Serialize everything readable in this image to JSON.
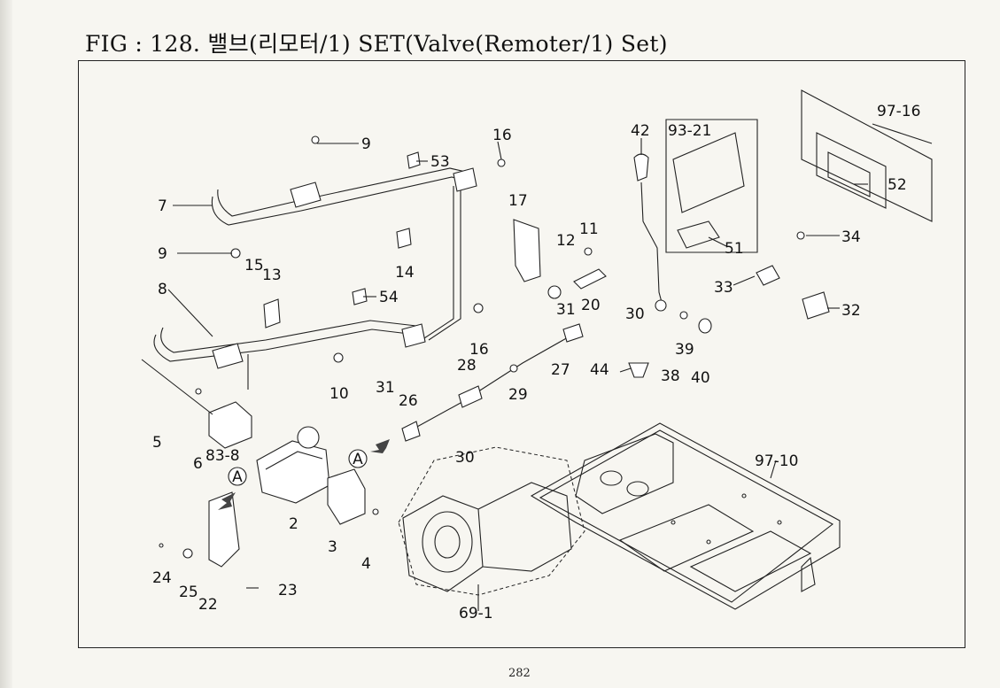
{
  "figure": {
    "title": "FIG : 128. 밸브(리모터/1) SET(Valve(Remoter/1) Set)",
    "page_number": "282"
  },
  "callouts": [
    {
      "id": "c-97-16",
      "text": "97-16"
    },
    {
      "id": "c-42",
      "text": "42"
    },
    {
      "id": "c-93-21",
      "text": "93-21"
    },
    {
      "id": "c-16a",
      "text": "16"
    },
    {
      "id": "c-9a",
      "text": "9"
    },
    {
      "id": "c-53",
      "text": "53"
    },
    {
      "id": "c-52",
      "text": "52"
    },
    {
      "id": "c-7",
      "text": "7"
    },
    {
      "id": "c-17",
      "text": "17"
    },
    {
      "id": "c-11",
      "text": "11"
    },
    {
      "id": "c-12",
      "text": "12"
    },
    {
      "id": "c-34",
      "text": "34"
    },
    {
      "id": "c-51",
      "text": "51"
    },
    {
      "id": "c-9b",
      "text": "9"
    },
    {
      "id": "c-14",
      "text": "14"
    },
    {
      "id": "c-15",
      "text": "15"
    },
    {
      "id": "c-13",
      "text": "13"
    },
    {
      "id": "c-8",
      "text": "8"
    },
    {
      "id": "c-54",
      "text": "54"
    },
    {
      "id": "c-33",
      "text": "33"
    },
    {
      "id": "c-31a",
      "text": "31"
    },
    {
      "id": "c-20",
      "text": "20"
    },
    {
      "id": "c-30a",
      "text": "30"
    },
    {
      "id": "c-32",
      "text": "32"
    },
    {
      "id": "c-16b",
      "text": "16"
    },
    {
      "id": "c-39",
      "text": "39"
    },
    {
      "id": "c-28",
      "text": "28"
    },
    {
      "id": "c-27",
      "text": "27"
    },
    {
      "id": "c-44",
      "text": "44"
    },
    {
      "id": "c-38",
      "text": "38"
    },
    {
      "id": "c-40",
      "text": "40"
    },
    {
      "id": "c-10",
      "text": "10"
    },
    {
      "id": "c-29",
      "text": "29"
    },
    {
      "id": "c-31b",
      "text": "31"
    },
    {
      "id": "c-26",
      "text": "26"
    },
    {
      "id": "c-5",
      "text": "5"
    },
    {
      "id": "c-6",
      "text": "6"
    },
    {
      "id": "c-83-8",
      "text": "83-8"
    },
    {
      "id": "c-30b",
      "text": "30"
    },
    {
      "id": "c-97-10",
      "text": "97-10"
    },
    {
      "id": "c-2",
      "text": "2"
    },
    {
      "id": "c-3",
      "text": "3"
    },
    {
      "id": "c-4",
      "text": "4"
    },
    {
      "id": "c-24",
      "text": "24"
    },
    {
      "id": "c-25",
      "text": "25"
    },
    {
      "id": "c-22",
      "text": "22"
    },
    {
      "id": "c-23",
      "text": "23"
    },
    {
      "id": "c-69-1",
      "text": "69-1"
    }
  ],
  "view_markers": [
    {
      "id": "marker-a-left",
      "text": "A"
    },
    {
      "id": "marker-a-right",
      "text": "A"
    }
  ]
}
